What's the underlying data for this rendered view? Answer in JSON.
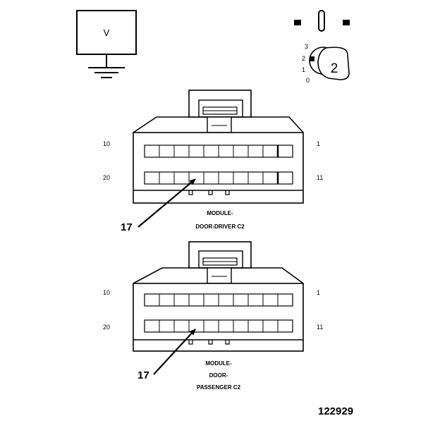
{
  "meter": {
    "symbol": "V"
  },
  "ignition": {
    "positions": [
      "3",
      "2",
      "1",
      "0"
    ],
    "key_number": "2"
  },
  "connectors": [
    {
      "pin_labels": {
        "top_left": "10",
        "top_right": "1",
        "bottom_left": "20",
        "bottom_right": "11"
      },
      "name_lines": [
        "MODULE-",
        "DOOR-DRIVER C2"
      ],
      "callout": "17"
    },
    {
      "pin_labels": {
        "top_left": "10",
        "top_right": "1",
        "bottom_left": "20",
        "bottom_right": "11"
      },
      "name_lines": [
        "MODULE-",
        "DOOR-",
        "PASSENGER C2"
      ],
      "callout": "17"
    }
  ],
  "figure_number": "122929"
}
